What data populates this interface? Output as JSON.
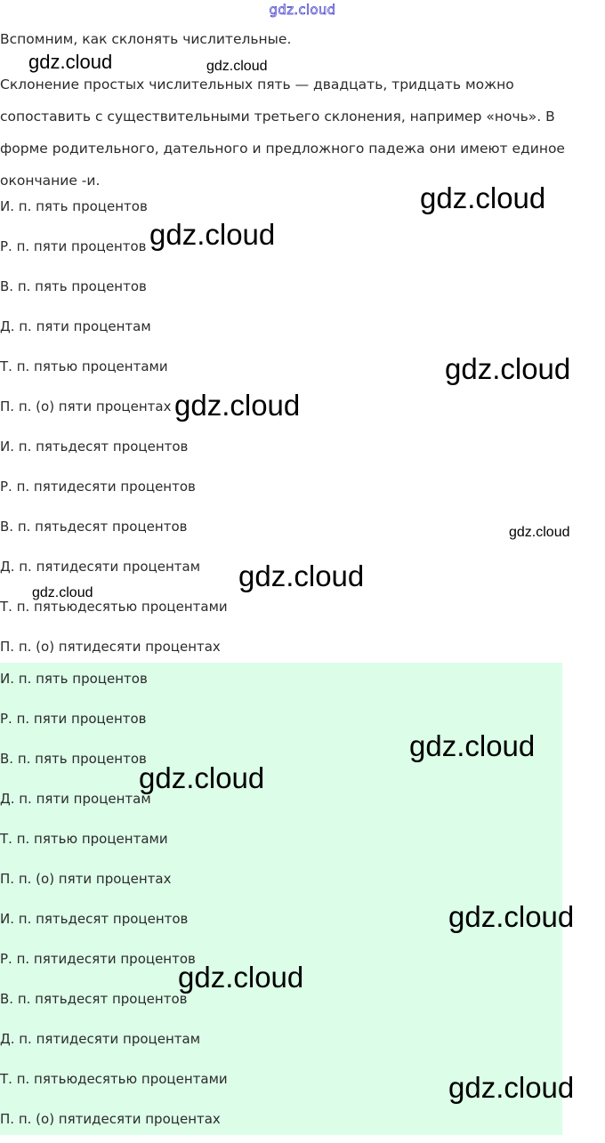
{
  "header": {
    "brand": "gdz.cloud"
  },
  "intro": "Вспомним, как склонять числительные.",
  "rule": "Склонение простых числительных пять — двадцать, тридцать можно сопоставить с существительными третьего склонения, например «ночь». В форме родительного, дательного и предложного падежа они имеют единое окончание -и.",
  "declension": [
    "И. п. пять процентов",
    "Р. п. пяти процентов",
    "В. п. пять процентов",
    "Д. п. пяти процентам",
    "Т. п. пятью процентами",
    "П. п. (о) пяти процентах",
    "И. п. пятьдесят процентов",
    "Р. п. пятидесяти процентов",
    "В. п. пятьдесят процентов",
    "Д. п. пятидесяти процентам",
    "Т. п. пятьюдесятью процентами",
    "П. п. (о) пятидесяти процентах"
  ],
  "answer": [
    "И. п. пять процентов",
    "Р. п. пяти процентов",
    "В. п. пять процентов",
    "Д. п. пяти процентам",
    "Т. п. пятью процентами",
    "П. п. (о) пяти процентах",
    "И. п. пятьдесят процентов",
    "Р. п. пятидесяти процентов",
    "В. п. пятьдесят процентов",
    "Д. п. пятидесяти процентам",
    "Т. п. пятьюдесятью процентами",
    "П. п. (о) пятидесяти процентах"
  ],
  "watermarks": [
    "gdz.cloud",
    "gdz.cloud",
    "gdz.cloud",
    "gdz.cloud",
    "gdz.cloud",
    "gdz.cloud",
    "gdz.cloud",
    "gdz.cloud",
    "gdz.cloud",
    "gdz.cloud",
    "gdz.cloud",
    "gdz.cloud",
    "gdz.cloud",
    "gdz.cloud",
    "gdz.cloud"
  ],
  "colors": {
    "answer_background": "#dcfde8",
    "brand_outline": "#3a36c9",
    "text": "#2b2b2b"
  }
}
